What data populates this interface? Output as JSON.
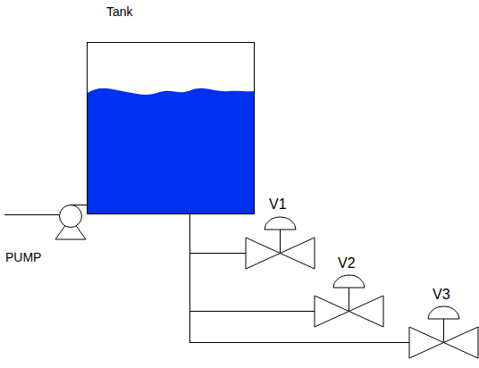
{
  "diagram": {
    "labels": [
      "Tank",
      "PUMP",
      "V1",
      "V2",
      "V3"
    ]
  }
}
